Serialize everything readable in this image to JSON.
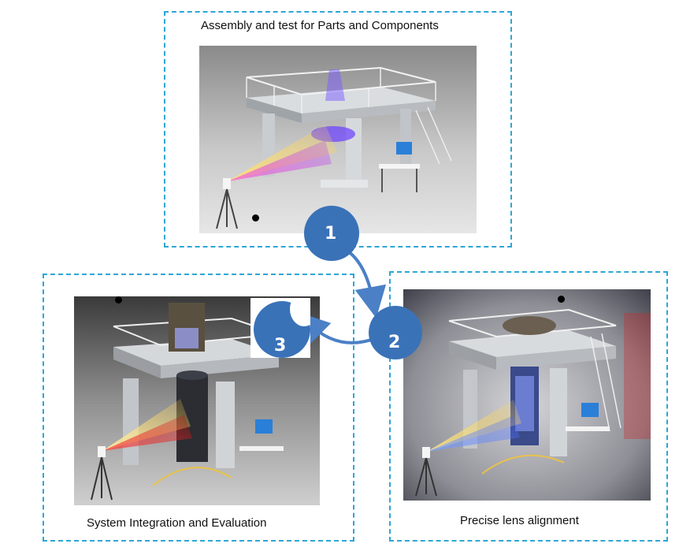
{
  "panels": {
    "top": {
      "caption": "Assembly and test for Parts and Components"
    },
    "left": {
      "caption": "System Integration and Evaluation"
    },
    "right": {
      "caption": "Precise lens alignment"
    }
  },
  "steps": [
    "1",
    "2",
    "3"
  ],
  "colors": {
    "frame": "#2ea6d6",
    "step": "#3a72b8"
  }
}
